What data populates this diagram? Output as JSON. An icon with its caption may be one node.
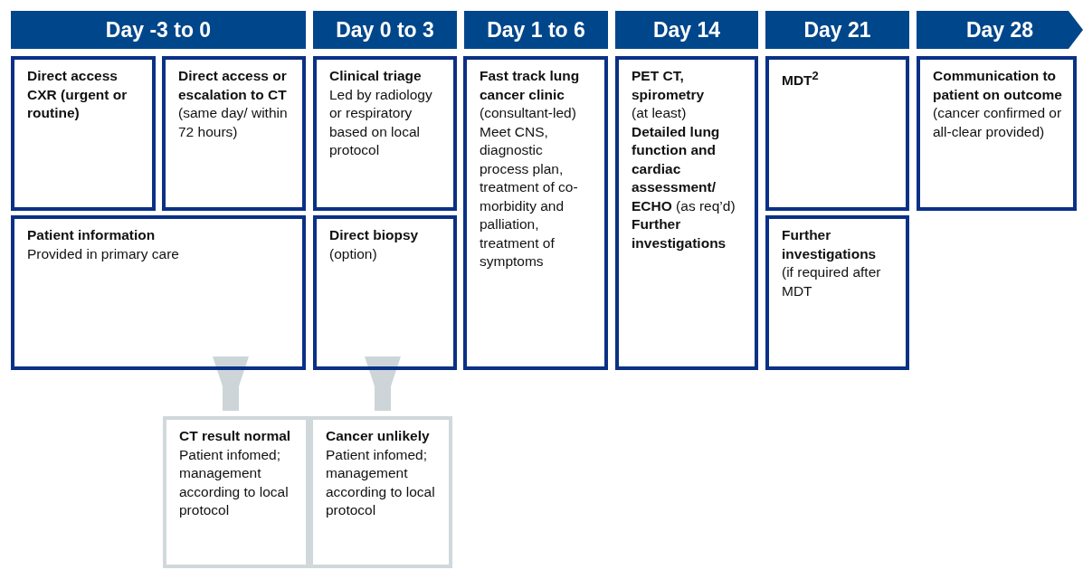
{
  "diagram": {
    "nodes": [
      {
        "text": [
          "Day -3 to 0"
        ]
      },
      {
        "text": [
          "Day 0 to 3"
        ]
      },
      {
        "text": [
          "Day 1 to 6"
        ]
      },
      {
        "text": [
          "Day 14"
        ]
      },
      {
        "text": [
          "Day 21"
        ]
      },
      {
        "text": [
          "Day 28"
        ]
      },
      {
        "text": [
          "Direct access CXR (urgent or routine)"
        ]
      },
      {
        "text": [
          "Direct access or escalation to CT",
          "(same day/ within 72 hours)"
        ]
      },
      {
        "text": [
          "Clinical triage",
          "Led by radiology or respiratory based on local protocol"
        ]
      },
      {
        "text": [
          "Fast track lung cancer clinic",
          "(consultant-led) Meet CNS, diagnostic process plan, treatment of co-morbidity and palliation, treatment of symptoms"
        ]
      },
      {
        "text": [
          "PET CT, spirometry",
          "(at least)",
          "**Detailed lung function and cardiac assessment/ ECHO** (as req’d)",
          "**Further investigations**"
        ]
      },
      {
        "text": [
          "MDT$^{2}$"
        ]
      },
      {
        "text": [
          "Communication to patient on outcome",
          "(cancer confirmed or all-clear provided)"
        ]
      },
      {
        "text": [
          "Patient information",
          "Provided in primary care"
        ]
      },
      {
        "text": [
          "Direct biopsy",
          "(option)"
        ]
      },
      {
        "text": [
          "Further investigations",
          "(if required after MDT"
        ]
      },
      {
        "text": [
          "CT result normal",
          "Patient infomed; management according to local protocol"
        ]
      },
      {
        "text": [
          "Cancer unlikely",
          "Patient infomed; management according to local protocol"
        ]
      }
    ],
    "edges": [
      {
        "from": 13,
        "to": 16,
        "arrow": "to"
      },
      {
        "from": 14,
        "to": 17,
        "arrow": "to"
      }
    ]
  }
}
